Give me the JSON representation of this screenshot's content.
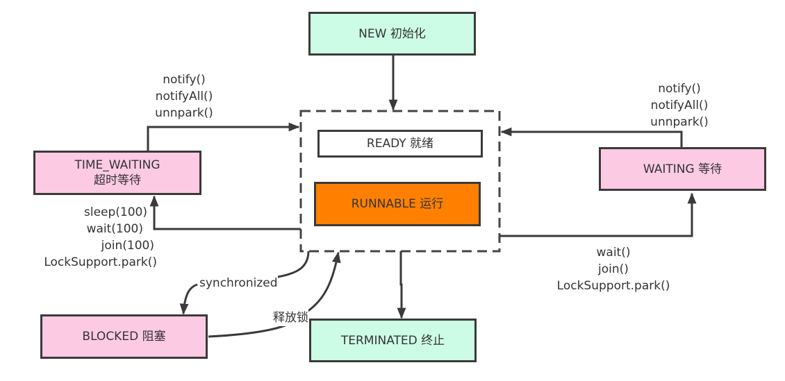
{
  "nodes": {
    "new": {
      "label": "NEW 初始化"
    },
    "ready": {
      "label": "READY 就绪"
    },
    "runnable": {
      "label": "RUNNABLE 运行"
    },
    "time_waiting": {
      "line1": "TIME_WAITING",
      "line2": "超时等待"
    },
    "waiting": {
      "label": "WAITING 等待"
    },
    "blocked": {
      "label": "BLOCKED 阻塞"
    },
    "terminated": {
      "label": "TERMINATED 终止"
    }
  },
  "edge_labels": {
    "tw_to_running": [
      "notify()",
      "notifyAll()",
      "unnpark()"
    ],
    "running_to_tw": [
      "sleep(100)",
      "wait(100)",
      "join(100)",
      "LockSupport.park()"
    ],
    "waiting_to_running": [
      "notify()",
      "notifyAll()",
      "unnpark()"
    ],
    "running_to_waiting": [
      "wait()",
      "join()",
      "LockSupport.park()"
    ],
    "running_to_blocked": "synchronized",
    "blocked_to_running": "释放锁"
  },
  "colors": {
    "new_terminated_fill": "#ccfce6",
    "waiting_fill": "#fdcae4",
    "runnable_fill": "#ff8000",
    "stroke": "#3a3a3a"
  }
}
